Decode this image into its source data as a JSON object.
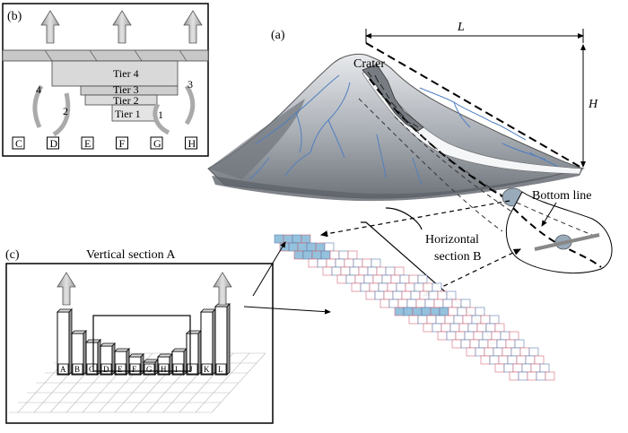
{
  "panel_a": {
    "label": "(a)",
    "crater": "Crater",
    "length_symbol": "L",
    "height_symbol": "H",
    "bottom_line": "Bottom line",
    "horizontal_section": [
      "Horizontal",
      "section B"
    ]
  },
  "panel_b": {
    "label": "(b)",
    "tiers": [
      "Tier 4",
      "Tier 3",
      "Tier 2",
      "Tier 1"
    ],
    "flow_numbers": [
      "4",
      "2",
      "1",
      "3"
    ],
    "columns": [
      "C",
      "D",
      "E",
      "F",
      "G",
      "H"
    ]
  },
  "panel_c": {
    "label": "(c)",
    "title": "Vertical section A",
    "columns": [
      "A",
      "B",
      "C",
      "D",
      "E",
      "F",
      "G",
      "H",
      "I",
      "J",
      "K",
      "L"
    ]
  },
  "colors": {
    "mountain_dark": "#8a8f96",
    "mountain_light": "#e9ecef",
    "river": "#4f7fbf",
    "grid_red": "#d06070",
    "grid_blue": "#5577aa",
    "highlight": "#8fbfdc"
  }
}
